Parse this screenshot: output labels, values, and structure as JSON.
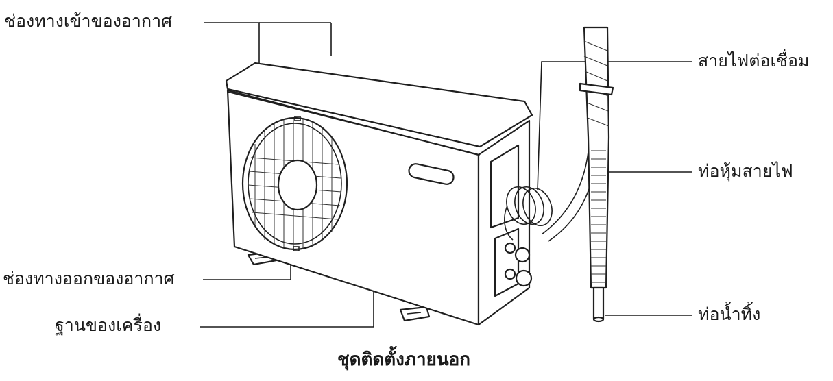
{
  "labels": {
    "air_inlet": "ช่องทางเข้าของอากาศ",
    "connecting_cable": "สายไฟต่อเชื่อม",
    "cable_conduit": "ท่อหุ้มสายไฟ",
    "air_outlet": "ช่องทางออกของอากาศ",
    "unit_base": "ฐานของเครื่อง",
    "drain_pipe": "ท่อน้ำทิ้ง"
  },
  "caption": "ชุดติดตั้งภายนอก"
}
